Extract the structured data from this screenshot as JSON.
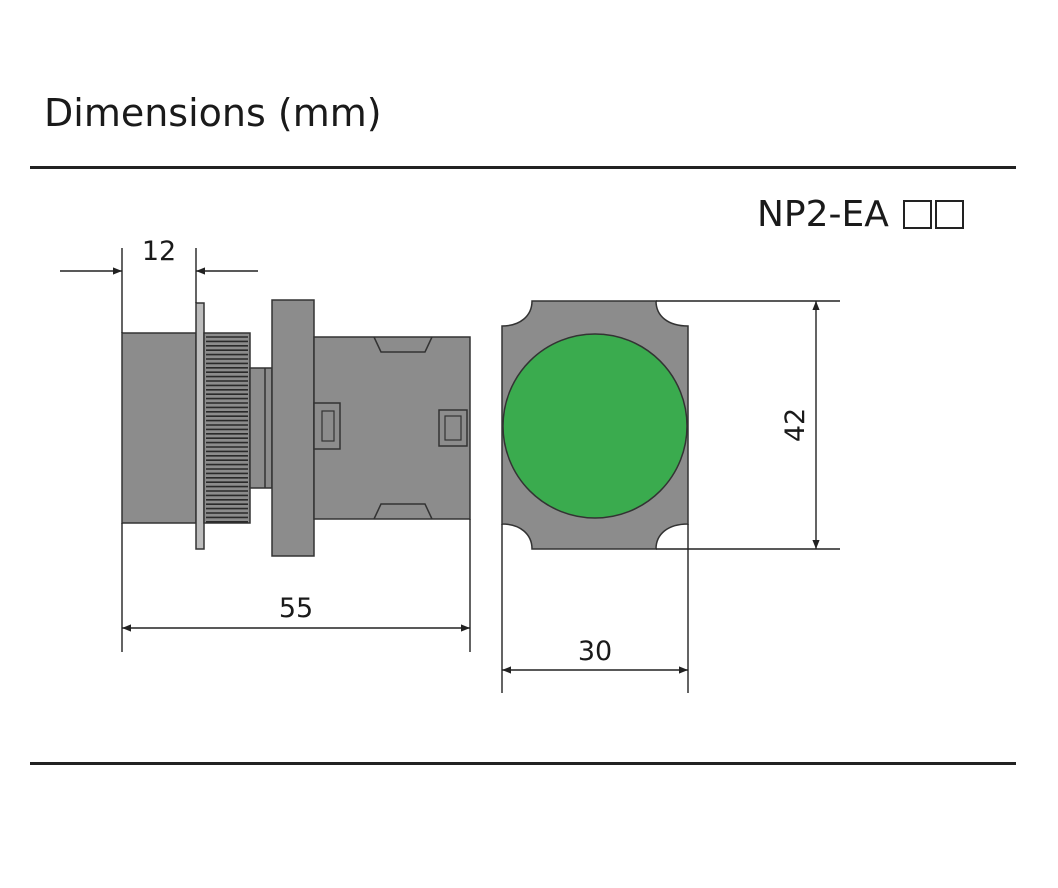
{
  "page": {
    "title": "Dimensions (mm)",
    "model": "NP2-EA",
    "model_suffix_boxes": 2
  },
  "dimensions": {
    "front_depth": "12",
    "total_length": "55",
    "width": "30",
    "height": "42"
  },
  "colors": {
    "body_gray": "#8c8c8c",
    "button_green": "#3aab4e",
    "outline": "#333333",
    "line": "#222222"
  }
}
